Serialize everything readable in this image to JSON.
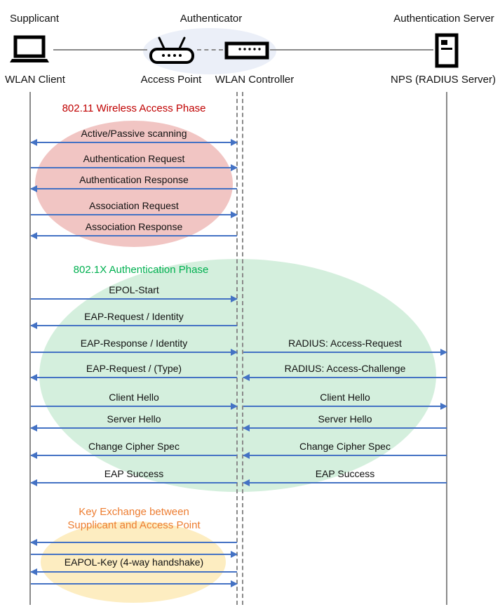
{
  "header": {
    "roles": [
      {
        "label": "Supplicant"
      },
      {
        "label": "Authenticator"
      },
      {
        "label": "Authentication Server"
      }
    ],
    "nodes": [
      {
        "label": "WLAN Client",
        "icon": "laptop-icon"
      },
      {
        "label": "Access Point",
        "icon": "access-point-icon"
      },
      {
        "label": "WLAN Controller",
        "icon": "wlan-controller-icon"
      },
      {
        "label": "NPS (RADIUS Server)",
        "icon": "server-icon"
      }
    ],
    "authenticator_group_color": "rgba(120,150,210,0.15)"
  },
  "styles": {
    "arrow_color": "#4472C4",
    "lifeline_color": "#8A8A8A"
  },
  "phases": [
    {
      "title": "802.11 Wireless Access Phase",
      "color": "#C00000",
      "ellipse_color": "rgba(214,80,74,0.33)"
    },
    {
      "title": "802.1X Authentication Phase",
      "color": "#00B050",
      "ellipse_color": "rgba(99,197,132,0.28)"
    },
    {
      "title_line1": "Key Exchange between",
      "title_line2": "Supplicant and Access Point",
      "color": "#ED7D31",
      "ellipse_color": "rgba(250,198,61,0.32)"
    }
  ],
  "messages": [
    {
      "label": "Active/Passive scanning",
      "segment": "client-controller",
      "direction": "both"
    },
    {
      "label": "Authentication Request",
      "segment": "client-controller",
      "direction": "right"
    },
    {
      "label": "Authentication Response",
      "segment": "client-controller",
      "direction": "left"
    },
    {
      "label": "Association Request",
      "segment": "client-controller",
      "direction": "right"
    },
    {
      "label": "Association Response",
      "segment": "client-controller",
      "direction": "left"
    },
    {
      "label": "EPOL-Start",
      "segment": "client-controller",
      "direction": "right"
    },
    {
      "label": "EAP-Request / Identity",
      "segment": "client-controller",
      "direction": "left"
    },
    {
      "label": "EAP-Response / Identity",
      "segment": "client-controller",
      "direction": "right"
    },
    {
      "label": "RADIUS: Access-Request",
      "segment": "controller-server",
      "direction": "right"
    },
    {
      "label": "EAP-Request / (Type)",
      "segment": "client-controller",
      "direction": "left"
    },
    {
      "label": "RADIUS: Access-Challenge",
      "segment": "controller-server",
      "direction": "left"
    },
    {
      "label": "Client Hello",
      "segment": "client-controller",
      "direction": "right"
    },
    {
      "label": "Client Hello",
      "segment": "controller-server",
      "direction": "right"
    },
    {
      "label": "Server Hello",
      "segment": "client-controller",
      "direction": "left"
    },
    {
      "label": "Server Hello",
      "segment": "controller-server",
      "direction": "left"
    },
    {
      "label": "Change Cipher Spec",
      "segment": "client-controller",
      "direction": "left"
    },
    {
      "label": "Change Cipher Spec",
      "segment": "controller-server",
      "direction": "left"
    },
    {
      "label": "EAP Success",
      "segment": "client-controller",
      "direction": "left"
    },
    {
      "label": "EAP Success",
      "segment": "controller-server",
      "direction": "left"
    },
    {
      "label": "",
      "segment": "client-controller",
      "direction": "left"
    },
    {
      "label": "",
      "segment": "client-controller",
      "direction": "right"
    },
    {
      "label": "EAPOL-Key (4-way handshake)",
      "segment": "client-controller",
      "direction": "none"
    },
    {
      "label": "",
      "segment": "client-controller",
      "direction": "left"
    },
    {
      "label": "",
      "segment": "client-controller",
      "direction": "right"
    }
  ]
}
